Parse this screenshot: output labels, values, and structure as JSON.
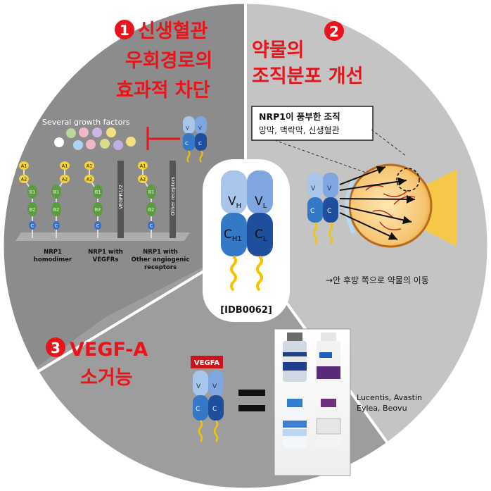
{
  "section1": {
    "number": "1",
    "title_lines": [
      "신생혈관",
      "우회경로의",
      "효과적 차단"
    ]
  },
  "section2": {
    "number": "2",
    "title_lines": [
      "약물의",
      "조직분포 개선"
    ]
  },
  "section3": {
    "number": "3",
    "title_lines": [
      "VEGF-A",
      "소거능"
    ]
  },
  "growth_factors_label": "Several growth factors",
  "receptors": {
    "domains": [
      "A1",
      "A2",
      "B1",
      "B2",
      "C"
    ],
    "vegfr_label": "VEGFR1/2",
    "other_label": "Other receptors",
    "groups": [
      {
        "lines": [
          "NRP1",
          "homodimer"
        ]
      },
      {
        "lines": [
          "NRP1 with",
          "VEGFRs"
        ]
      },
      {
        "lines": [
          "NRP1 with",
          "Other angiogenic",
          "receptors"
        ]
      }
    ]
  },
  "antibody": {
    "vh": "V",
    "vh_sub": "H",
    "vl": "V",
    "vl_sub": "L",
    "ch": "C",
    "ch_sub": "H1",
    "cl": "C",
    "cl_sub": "L",
    "id_label": "[IDB0062]"
  },
  "tissue_box": {
    "title": "NRP1이 풍부한 조직",
    "subtitle": "망막, 맥락막, 신생혈관"
  },
  "migration_caption": "→안 후방 쪽으로 약물의 이동",
  "vegfa_label": "VEGFA",
  "equals_sign": "=",
  "drugs": {
    "line1": "Lucentis, Avastin",
    "line2": "Eylea, Beovu"
  },
  "colors": {
    "sector1_bg": "#8c8c8c",
    "sector2_bg": "#c4c4c4",
    "sector3_bg": "#9d9d9d",
    "heading_red": "#e8141c",
    "vh": "#a9c6ea",
    "vl": "#7fa6e0",
    "ch": "#3478c6",
    "cl": "#1f4f9c",
    "linker": "#f5c400",
    "domain_green": "#5b9c3e",
    "domain_yellow": "#f3d43a",
    "domain_blue": "#3c6fc9"
  },
  "icons": [
    "eye-cross-section",
    "drug-vial",
    "antibody"
  ]
}
